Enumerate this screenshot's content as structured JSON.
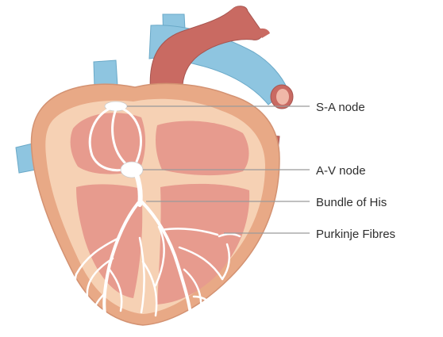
{
  "diagram": {
    "labels": [
      {
        "id": "sa",
        "text": "S-A node"
      },
      {
        "id": "av",
        "text": "A-V node"
      },
      {
        "id": "his",
        "text": "Bundle of His"
      },
      {
        "id": "purkinje",
        "text": "Purkinje Fibres"
      }
    ],
    "colors": {
      "heart_outer": "#e8a986",
      "heart_inner": "#f6d1b4",
      "chamber": "#e79b8e",
      "artery": "#c96a62",
      "vein": "#8ec5e0",
      "conduction": "#ffffff",
      "leader_line": "#9a9a9a"
    }
  }
}
